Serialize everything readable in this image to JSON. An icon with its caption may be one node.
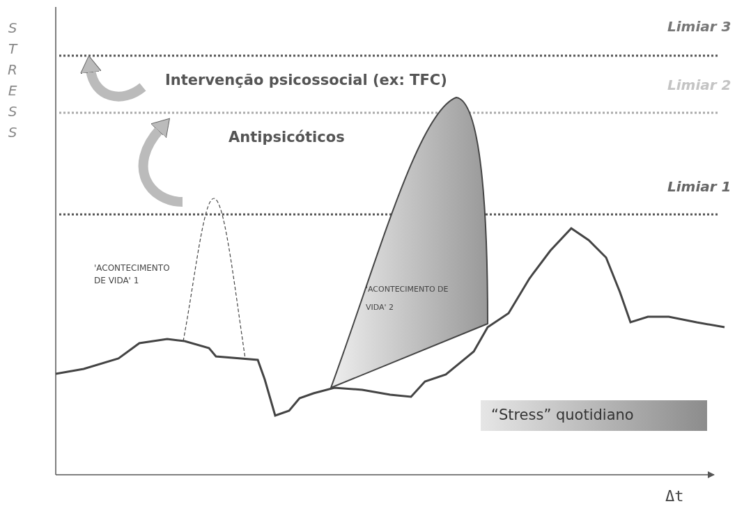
{
  "diagram": {
    "labels": [
      "STRESS",
      "Limiar 3",
      "Limiar 2",
      "Limiar 1",
      "Intervenção psicossocial (ex: TFC)",
      "Antipsicóticos",
      "'ACONTECIMENTO DE VIDA'  1",
      "'ACONTECIMENTO DE VIDA'  2",
      "“Stress” quotidiano",
      "Δt"
    ]
  }
}
